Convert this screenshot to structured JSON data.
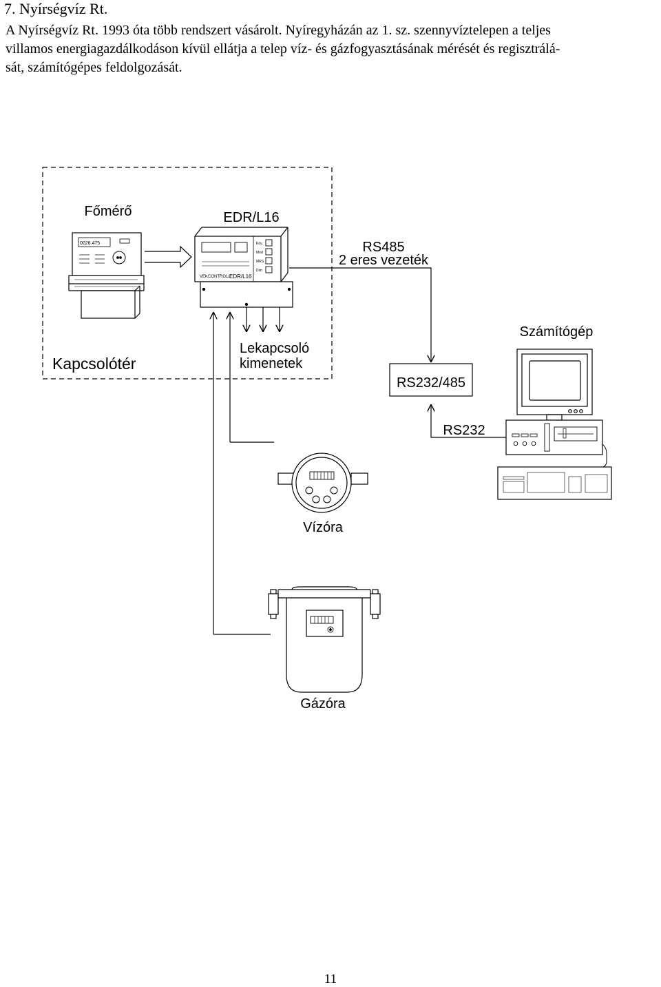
{
  "heading": "7. Nyírségvíz Rt.",
  "paragraph_lines": [
    "A Nyírségvíz Rt. 1993 óta több rendszert vásárolt. Nyíregyházán az 1. sz. szennyvíztelepen a teljes",
    "villamos energiagazdálkodáson kívül ellátja a telep víz- és gázfogyasztásának mérését és regisztrálá-",
    "sát, számítógépes feldolgozását."
  ],
  "diagram": {
    "labels": {
      "fomero": "Főmérő",
      "edr": "EDR/L16",
      "rs485_line1": "RS485",
      "rs485_line2": "2 eres vezeték",
      "szamitogep": "Számítógép",
      "kapcsoloter": "Kapcsolótér",
      "lekapcsolo_line1": "Lekapcsoló",
      "lekapcsolo_line2": "kimenetek",
      "rs232_485": "RS232/485",
      "rs232": "RS232",
      "vizora": "Vízóra",
      "gazora": "Gázóra"
    },
    "meter_display": "0026.475",
    "edr_device_label": "EDR/L16",
    "edr_brand": "VEKCONTROLL",
    "edr_button_labels": [
      "Köv.",
      "Mód",
      "MRS",
      "Dim"
    ]
  },
  "page_number": "11"
}
